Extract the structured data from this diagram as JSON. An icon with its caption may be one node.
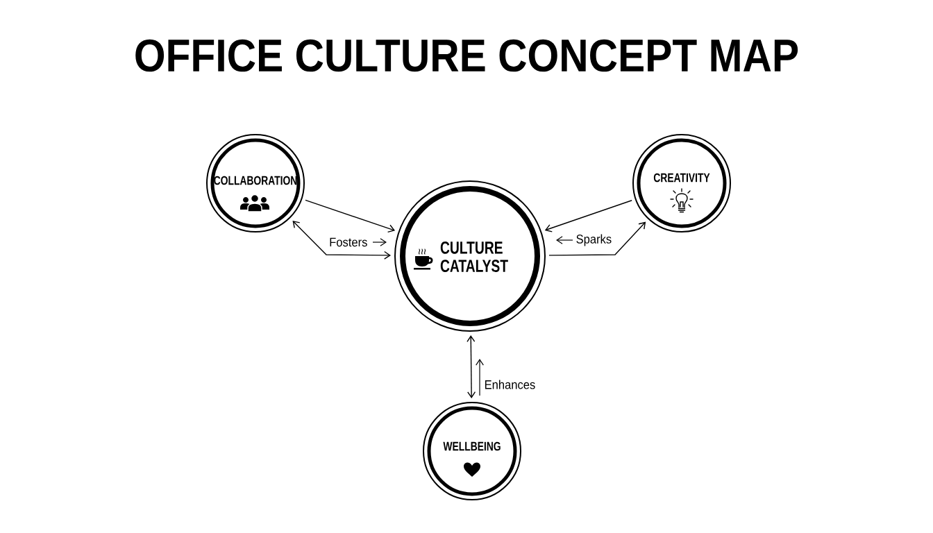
{
  "diagram": {
    "title": "OFFICE CULTURE CONCEPT MAP",
    "nodes": [
      {
        "text": [
          "COLLABORATION"
        ]
      },
      {
        "text": [
          "CREATIVITY"
        ]
      },
      {
        "text": [
          "CULTURE CATALYST"
        ]
      },
      {
        "text": [
          "WELLBEING"
        ]
      }
    ],
    "edges": [
      {
        "from": 0,
        "to": 2,
        "arrow": "to",
        "label": "Fosters"
      },
      {
        "from": 0,
        "to": 2,
        "arrow": "both"
      },
      {
        "from": 1,
        "to": 2,
        "arrow": "to",
        "label": "Sparks"
      },
      {
        "from": 2,
        "to": 1,
        "arrow": "to"
      },
      {
        "from": 2,
        "to": 3,
        "arrow": "both",
        "label": "Enhances"
      }
    ]
  }
}
